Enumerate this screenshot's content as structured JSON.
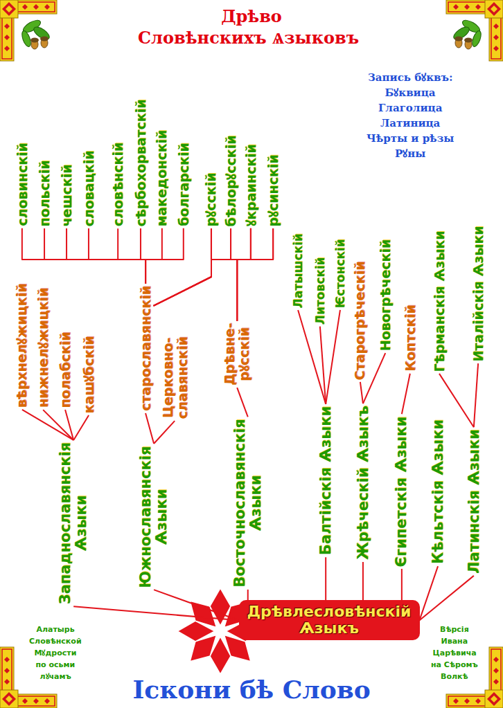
{
  "diagram": {
    "title": "Дрѣво Словѣнскихъ Ѧзыковъ",
    "nodes": [
      {
        "text": [
          "словинскій"
        ]
      },
      {
        "text": [
          "польскій"
        ]
      },
      {
        "text": [
          "чешскій"
        ]
      },
      {
        "text": [
          "словацкій"
        ]
      },
      {
        "text": [
          "словѣнскій"
        ]
      },
      {
        "text": [
          "сѣрбохорватскій"
        ]
      },
      {
        "text": [
          "македонскій"
        ]
      },
      {
        "text": [
          "болгарскій"
        ]
      },
      {
        "text": [
          "рꙋсскій"
        ]
      },
      {
        "text": [
          "бѣлорꙋсскій"
        ]
      },
      {
        "text": [
          "ꙋкраинскій"
        ]
      },
      {
        "text": [
          "рꙋсинскій"
        ]
      },
      {
        "text": [
          "Гѣрманскія Ѧзыки"
        ]
      },
      {
        "text": [
          "Италійскія Ѧзыки"
        ]
      },
      {
        "text": [
          "Латышскій"
        ]
      },
      {
        "text": [
          "Литовскій"
        ]
      },
      {
        "text": [
          "Ѥстонскій"
        ]
      },
      {
        "text": [
          "Старогрѣческій"
        ]
      },
      {
        "text": [
          "Новогрѣческій"
        ]
      },
      {
        "text": [
          "вѣрхнелꙋжицкій"
        ]
      },
      {
        "text": [
          "нижнелꙋжицкій"
        ]
      },
      {
        "text": [
          "полабскій"
        ]
      },
      {
        "text": [
          "кашꙋбскій"
        ]
      },
      {
        "text": [
          "старославянскій"
        ]
      },
      {
        "text": [
          "Дрѣвне-рꙋсскій"
        ]
      },
      {
        "text": [
          "Церковно-славянскій"
        ]
      },
      {
        "text": [
          "Коптскій"
        ]
      },
      {
        "text": [
          "Западнославянскія Ѧзыки"
        ]
      },
      {
        "text": [
          "Южнославянскія Ѧзыки"
        ]
      },
      {
        "text": [
          "Восточнославянскія Ѧзыки"
        ]
      },
      {
        "text": [
          "Балтійскія Ѧзыки"
        ]
      },
      {
        "text": [
          "Жрѣческій Ѧзыкъ"
        ]
      },
      {
        "text": [
          "Єгипетскія Ѧзыки"
        ]
      },
      {
        "text": [
          "Кѣльтскія Ѧзыки"
        ]
      },
      {
        "text": [
          "Латинскія Ѧзыки"
        ]
      },
      {
        "text": [
          "Дрѣвлесловѣнскій Ѧзыкъ"
        ]
      }
    ],
    "edges": [
      {
        "from": 35,
        "to": 27,
        "arrow": "none"
      },
      {
        "from": 35,
        "to": 28,
        "arrow": "none"
      },
      {
        "from": 35,
        "to": 29,
        "arrow": "none"
      },
      {
        "from": 35,
        "to": 30,
        "arrow": "none"
      },
      {
        "from": 35,
        "to": 31,
        "arrow": "none"
      },
      {
        "from": 35,
        "to": 32,
        "arrow": "none"
      },
      {
        "from": 35,
        "to": 33,
        "arrow": "none"
      },
      {
        "from": 35,
        "to": 34,
        "arrow": "none"
      },
      {
        "from": 27,
        "to": 19,
        "arrow": "none"
      },
      {
        "from": 27,
        "to": 20,
        "arrow": "none"
      },
      {
        "from": 27,
        "to": 21,
        "arrow": "none"
      },
      {
        "from": 27,
        "to": 22,
        "arrow": "none"
      },
      {
        "from": 28,
        "to": 23,
        "arrow": "none"
      },
      {
        "from": 28,
        "to": 25,
        "arrow": "none"
      },
      {
        "from": 29,
        "to": 24,
        "arrow": "none"
      },
      {
        "from": 30,
        "to": 14,
        "arrow": "none"
      },
      {
        "from": 30,
        "to": 15,
        "arrow": "none"
      },
      {
        "from": 30,
        "to": 16,
        "arrow": "none"
      },
      {
        "from": 31,
        "to": 17,
        "arrow": "none"
      },
      {
        "from": 31,
        "to": 18,
        "arrow": "none"
      },
      {
        "from": 32,
        "to": 26,
        "arrow": "none"
      },
      {
        "from": 34,
        "to": 12,
        "arrow": "none"
      },
      {
        "from": 34,
        "to": 13,
        "arrow": "none"
      },
      {
        "from": 23,
        "to": 0,
        "arrow": "none"
      },
      {
        "from": 23,
        "to": 1,
        "arrow": "none"
      },
      {
        "from": 23,
        "to": 2,
        "arrow": "none"
      },
      {
        "from": 23,
        "to": 3,
        "arrow": "none"
      },
      {
        "from": 23,
        "to": 4,
        "arrow": "none"
      },
      {
        "from": 23,
        "to": 5,
        "arrow": "none"
      },
      {
        "from": 23,
        "to": 6,
        "arrow": "none"
      },
      {
        "from": 23,
        "to": 7,
        "arrow": "none"
      },
      {
        "from": 23,
        "to": 8,
        "arrow": "none"
      },
      {
        "from": 23,
        "to": 9,
        "arrow": "none"
      },
      {
        "from": 23,
        "to": 10,
        "arrow": "none"
      },
      {
        "from": 23,
        "to": 11,
        "arrow": "none"
      },
      {
        "from": 24,
        "to": 8,
        "arrow": "none"
      },
      {
        "from": 24,
        "to": 9,
        "arrow": "none"
      },
      {
        "from": 24,
        "to": 10,
        "arrow": "none"
      },
      {
        "from": 24,
        "to": 11,
        "arrow": "none"
      }
    ],
    "labels": [
      "Запись бꙋквъ:",
      "Бꙋквица",
      "Глаголица",
      "Латиница",
      "Чѣрты и рѣзы",
      "Рꙋны",
      "Алатырь",
      "Словѣнской",
      "Мꙋдрости",
      "по осьми",
      "лꙋчамъ",
      "Вѣрсія",
      "Ивана",
      "Царѣвича",
      "на Сѣромъ",
      "Волкѣ",
      "Іскони бѣ Слово"
    ]
  }
}
